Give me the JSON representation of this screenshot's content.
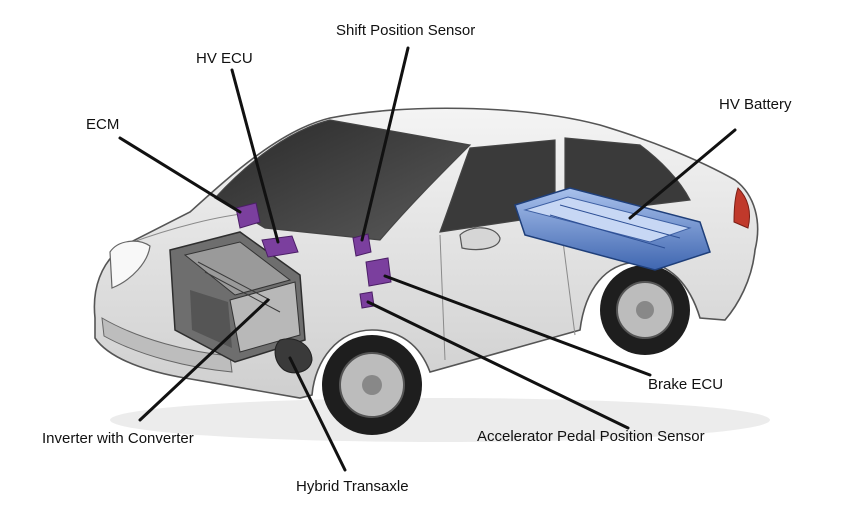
{
  "diagram": {
    "components": [
      {
        "id": "shift-position-sensor",
        "label": "Shift Position Sensor"
      },
      {
        "id": "hv-ecu",
        "label": "HV ECU"
      },
      {
        "id": "hv-battery",
        "label": "HV Battery"
      },
      {
        "id": "ecm",
        "label": "ECM"
      },
      {
        "id": "brake-ecu",
        "label": "Brake ECU"
      },
      {
        "id": "accelerator-pedal-position-sensor",
        "label": "Accelerator Pedal Position Sensor"
      },
      {
        "id": "inverter-with-converter",
        "label": "Inverter with Converter"
      },
      {
        "id": "hybrid-transaxle",
        "label": "Hybrid Transaxle"
      }
    ],
    "colors": {
      "car_body": "#e6e6e6",
      "car_outline": "#555555",
      "module_purple": "#7b3f9e",
      "battery_blue": "#5b82c8",
      "engine_gray": "#6e6e6e",
      "leader_line": "#111111"
    }
  }
}
